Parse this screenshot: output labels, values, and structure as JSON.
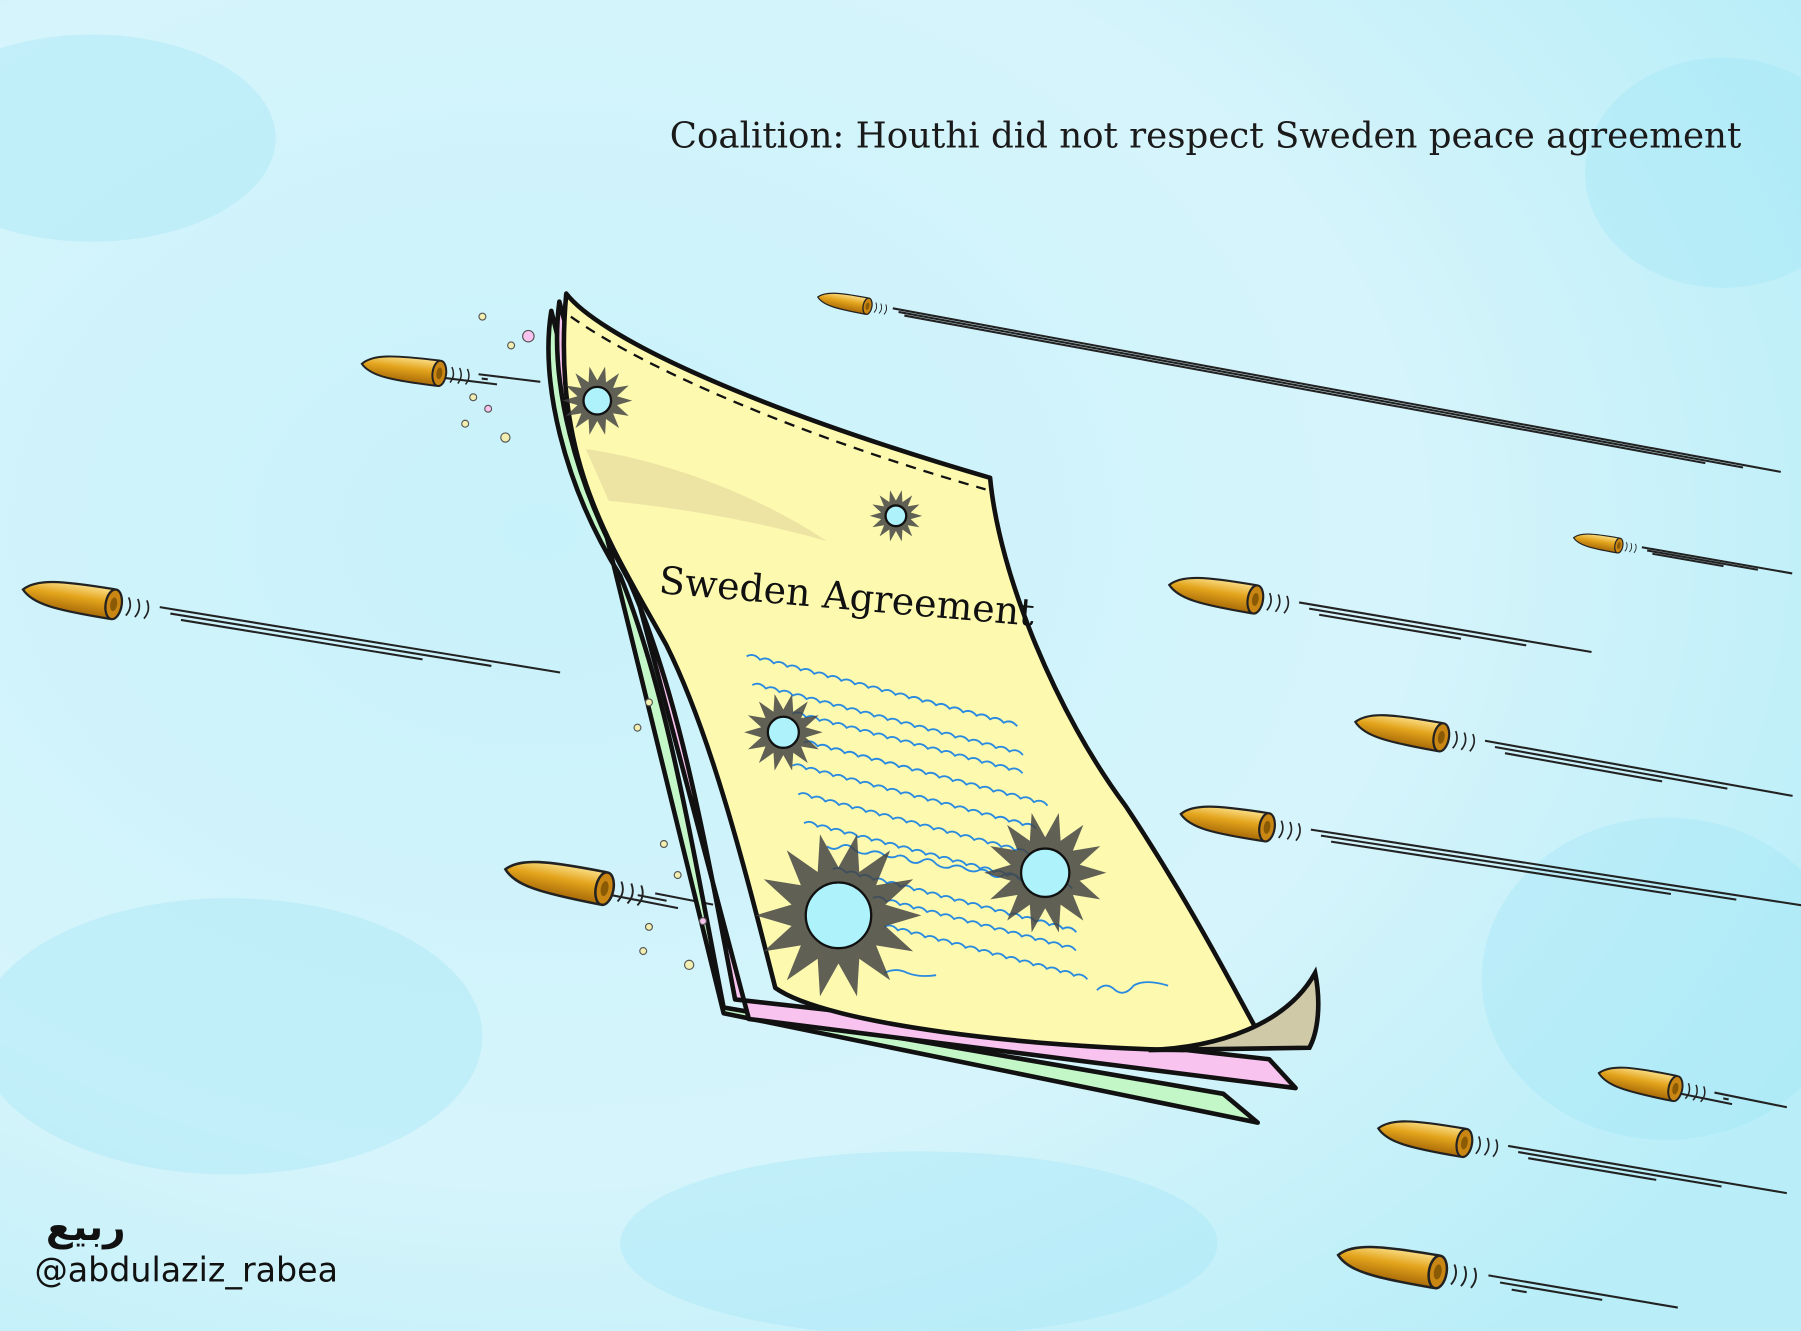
{
  "caption": "Coalition: Houthi did not respect Sweden peace agreement",
  "document_title": "Sweden Agreement",
  "artist_signature": "ربيع",
  "artist_handle": "@abdulaziz_rabea",
  "colors": {
    "sky": "#d4f3fb",
    "paper": "#fdfab0",
    "paper_pink": "#f9c3f0",
    "paper_green": "#c4f7c8",
    "bullet": "#e0a21a",
    "text_lines": "#2a8ae0"
  }
}
